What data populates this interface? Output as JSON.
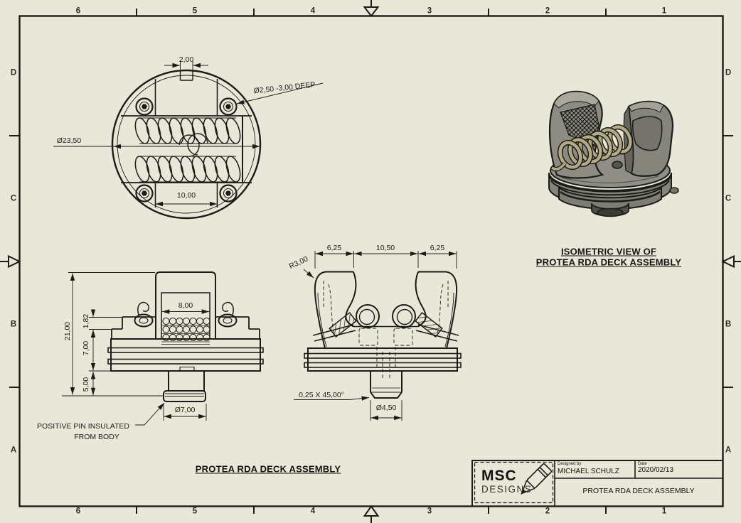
{
  "sheet": {
    "background": "#e9e7d8",
    "line_color": "#1b1b18"
  },
  "border": {
    "cols": [
      "6",
      "5",
      "4",
      "3",
      "2",
      "1"
    ],
    "rows": [
      "D",
      "C",
      "B",
      "A"
    ]
  },
  "views": {
    "top": {
      "dims": {
        "tab": "2,00",
        "hole": "Ø2,50 -3,00 DEEP",
        "diameter": "Ø23,50",
        "span": "10,00"
      }
    },
    "front": {
      "dims": {
        "block": "8,00",
        "total": "21,00",
        "lip": "1,82",
        "body": "7,00",
        "pin_len": "5,00",
        "pin_dia": "Ø7,00"
      },
      "note_line1": "POSITIVE PIN INSULATED",
      "note_line2": "FROM BODY"
    },
    "side": {
      "dims": {
        "left": "6,25",
        "center": "10,50",
        "right": "6,25",
        "radius": "R3,00",
        "chamfer": "0,25 X 45,00°",
        "pin_dia": "Ø4,50"
      }
    },
    "iso": {
      "caption_line1": "ISOMETRIC VIEW OF",
      "caption_line2": "PROTEA RDA DECK ASSEMBLY"
    }
  },
  "caption": "PROTEA RDA DECK ASSEMBLY",
  "title_block": {
    "logo_line1": "MSC",
    "logo_line2": "DESIGNS",
    "designed_by_label": "Designed by",
    "designed_by": "MICHAEL SCHULZ",
    "date_label": "Date",
    "date": "2020/02/13",
    "title": "PROTEA RDA DECK ASSEMBLY"
  },
  "colors": {
    "body_gray": "#8c8c83",
    "body_dark": "#6b6b63",
    "body_light": "#a8a89d",
    "coil_tan": "#b4ab86",
    "paper": "#e9e7d8"
  }
}
